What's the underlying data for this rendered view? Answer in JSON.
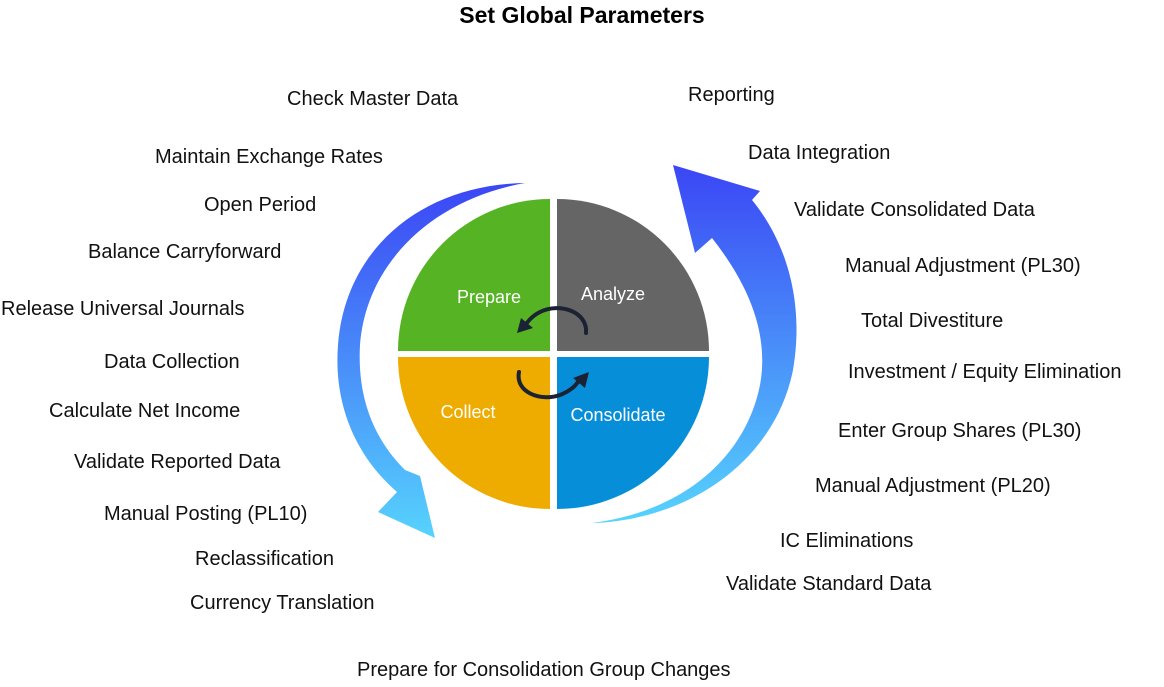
{
  "title": "Set Global Parameters",
  "footer": "Prepare for Consolidation Group Changes",
  "quadrants": {
    "prepare": {
      "label": "Prepare",
      "color": "#55b324"
    },
    "analyze": {
      "label": "Analyze",
      "color": "#656565"
    },
    "collect": {
      "label": "Collect",
      "color": "#eeab00"
    },
    "consolidate": {
      "label": "Consolidate",
      "color": "#068fd8"
    }
  },
  "arrow_gradient": {
    "start": "#3b46f5",
    "end": "#56d3fd"
  },
  "cycle_arrow_color": "#1a2233",
  "left_tasks": [
    "Check Master Data",
    "Maintain Exchange Rates",
    "Open Period",
    "Balance Carryforward",
    "Release Universal Journals",
    "Data Collection",
    "Calculate Net Income",
    "Validate Reported Data",
    "Manual Posting (PL10)",
    "Reclassification",
    "Currency Translation"
  ],
  "right_tasks": [
    "Reporting",
    "Data Integration",
    "Validate Consolidated Data",
    "Manual Adjustment (PL30)",
    "Total Divestiture",
    "Investment / Equity Elimination",
    "Enter Group Shares (PL30)",
    "Manual Adjustment (PL20)",
    "IC Eliminations",
    "Validate Standard Data"
  ]
}
